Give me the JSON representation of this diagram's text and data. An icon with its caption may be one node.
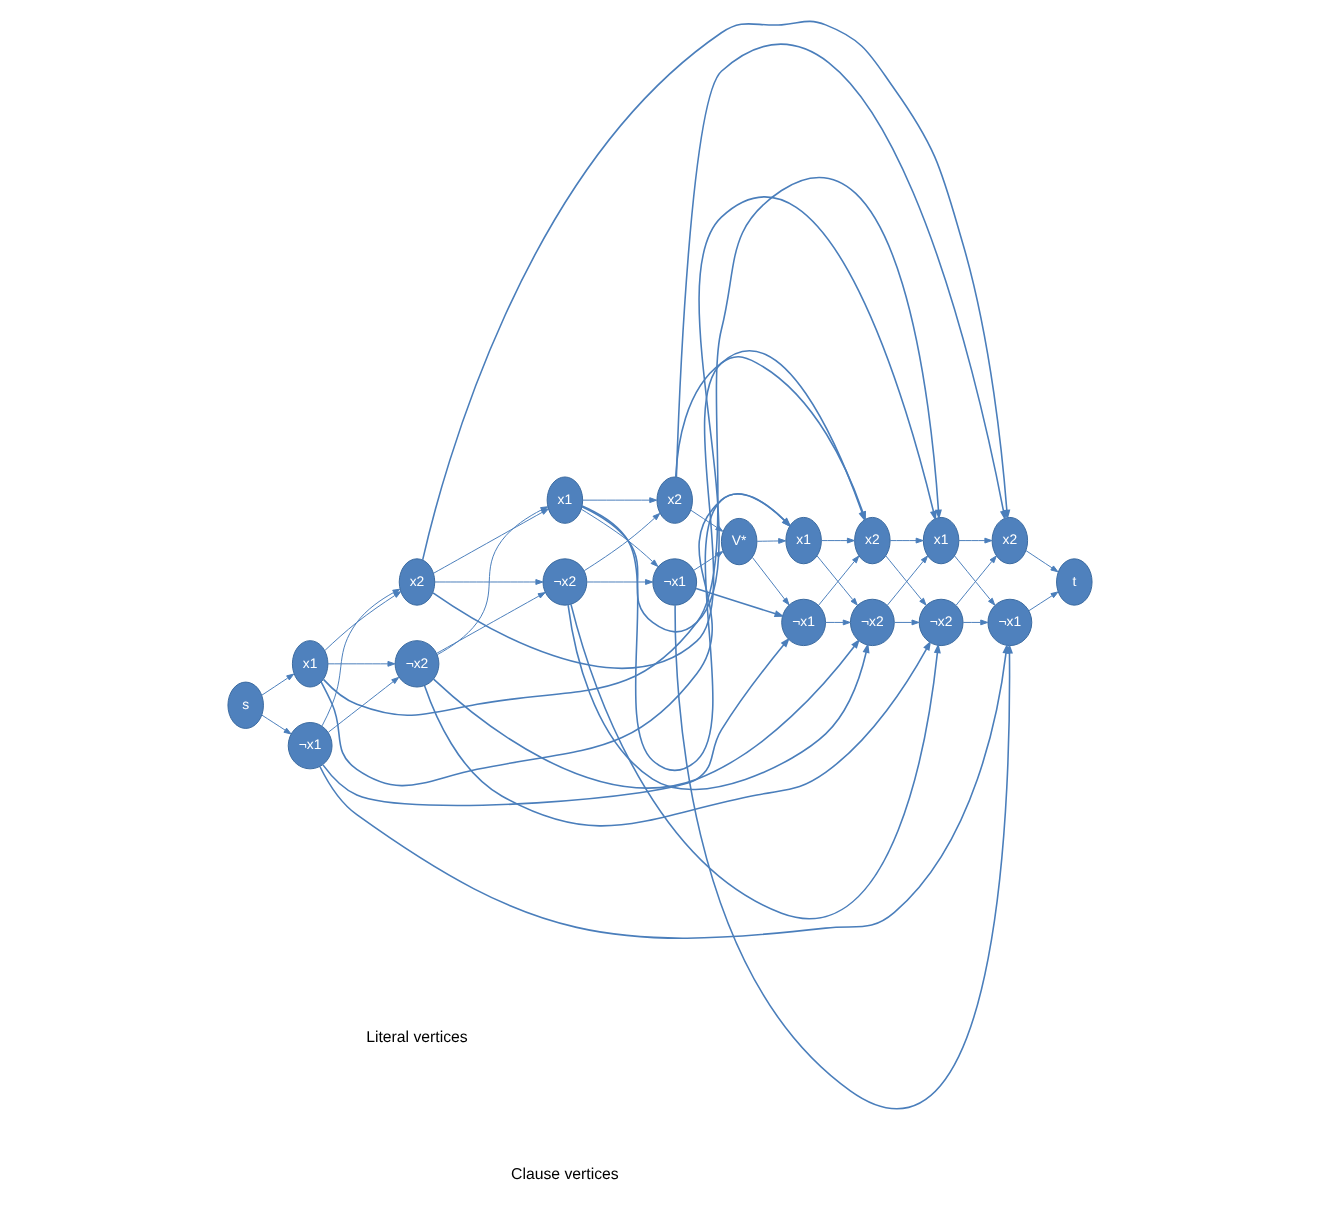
{
  "diagram": {
    "nodes": [
      {
        "text": [
          "s"
        ]
      },
      {
        "text": [
          "x1"
        ]
      },
      {
        "text": [
          "x2"
        ]
      },
      {
        "text": [
          "x1"
        ]
      },
      {
        "text": [
          "x2"
        ]
      },
      {
        "text": [
          "¬x1"
        ]
      },
      {
        "text": [
          "¬x2"
        ]
      },
      {
        "text": [
          "¬x2"
        ]
      },
      {
        "text": [
          "¬x1"
        ]
      },
      {
        "text": [
          "V*"
        ]
      },
      {
        "text": [
          "x1"
        ]
      },
      {
        "text": [
          "x2"
        ]
      },
      {
        "text": [
          "x1"
        ]
      },
      {
        "text": [
          "x2"
        ]
      },
      {
        "text": [
          "¬x1"
        ]
      },
      {
        "text": [
          "¬x2"
        ]
      },
      {
        "text": [
          "¬x2"
        ]
      },
      {
        "text": [
          "¬x1"
        ]
      },
      {
        "text": [
          "t"
        ]
      }
    ],
    "edges": [
      {
        "from": 0,
        "to": 1,
        "arrow": "to"
      },
      {
        "from": 0,
        "to": 5,
        "arrow": "to"
      },
      {
        "from": 1,
        "to": 2,
        "arrow": "to"
      },
      {
        "from": 1,
        "to": 6,
        "arrow": "to"
      },
      {
        "from": 5,
        "to": 2,
        "arrow": "to"
      },
      {
        "from": 5,
        "to": 6,
        "arrow": "to"
      },
      {
        "from": 2,
        "to": 3,
        "arrow": "to"
      },
      {
        "from": 2,
        "to": 7,
        "arrow": "to"
      },
      {
        "from": 6,
        "to": 3,
        "arrow": "to"
      },
      {
        "from": 6,
        "to": 7,
        "arrow": "to"
      },
      {
        "from": 3,
        "to": 4,
        "arrow": "to"
      },
      {
        "from": 3,
        "to": 8,
        "arrow": "to"
      },
      {
        "from": 7,
        "to": 4,
        "arrow": "to"
      },
      {
        "from": 7,
        "to": 8,
        "arrow": "to"
      },
      {
        "from": 4,
        "to": 9,
        "arrow": "to"
      },
      {
        "from": 8,
        "to": 9,
        "arrow": "to"
      },
      {
        "from": 9,
        "to": 10,
        "arrow": "to"
      },
      {
        "from": 9,
        "to": 14,
        "arrow": "to"
      },
      {
        "from": 10,
        "to": 11,
        "arrow": "to"
      },
      {
        "from": 10,
        "to": 15,
        "arrow": "to"
      },
      {
        "from": 14,
        "to": 11,
        "arrow": "to"
      },
      {
        "from": 14,
        "to": 15,
        "arrow": "to"
      },
      {
        "from": 11,
        "to": 12,
        "arrow": "to"
      },
      {
        "from": 11,
        "to": 16,
        "arrow": "to"
      },
      {
        "from": 15,
        "to": 12,
        "arrow": "to"
      },
      {
        "from": 15,
        "to": 16,
        "arrow": "to"
      },
      {
        "from": 12,
        "to": 13,
        "arrow": "to"
      },
      {
        "from": 12,
        "to": 17,
        "arrow": "to"
      },
      {
        "from": 16,
        "to": 13,
        "arrow": "to"
      },
      {
        "from": 16,
        "to": 17,
        "arrow": "to"
      },
      {
        "from": 13,
        "to": 18,
        "arrow": "to"
      },
      {
        "from": 17,
        "to": 18,
        "arrow": "to"
      },
      {
        "from": 1,
        "to": 10,
        "arrow": "to"
      },
      {
        "from": 1,
        "to": 12,
        "arrow": "to"
      },
      {
        "from": 3,
        "to": 10,
        "arrow": "to"
      },
      {
        "from": 3,
        "to": 12,
        "arrow": "to"
      },
      {
        "from": 2,
        "to": 11,
        "arrow": "to"
      },
      {
        "from": 2,
        "to": 13,
        "arrow": "to"
      },
      {
        "from": 4,
        "to": 11,
        "arrow": "to"
      },
      {
        "from": 4,
        "to": 13,
        "arrow": "to"
      },
      {
        "from": 5,
        "to": 14,
        "arrow": "to"
      },
      {
        "from": 5,
        "to": 17,
        "arrow": "to"
      },
      {
        "from": 8,
        "to": 14,
        "arrow": "to"
      },
      {
        "from": 8,
        "to": 17,
        "arrow": "to"
      },
      {
        "from": 6,
        "to": 15,
        "arrow": "to"
      },
      {
        "from": 6,
        "to": 16,
        "arrow": "to"
      },
      {
        "from": 7,
        "to": 15,
        "arrow": "to"
      },
      {
        "from": 7,
        "to": 16,
        "arrow": "to"
      }
    ],
    "labels": [
      "Literal vertices",
      "Clause vertices"
    ]
  }
}
